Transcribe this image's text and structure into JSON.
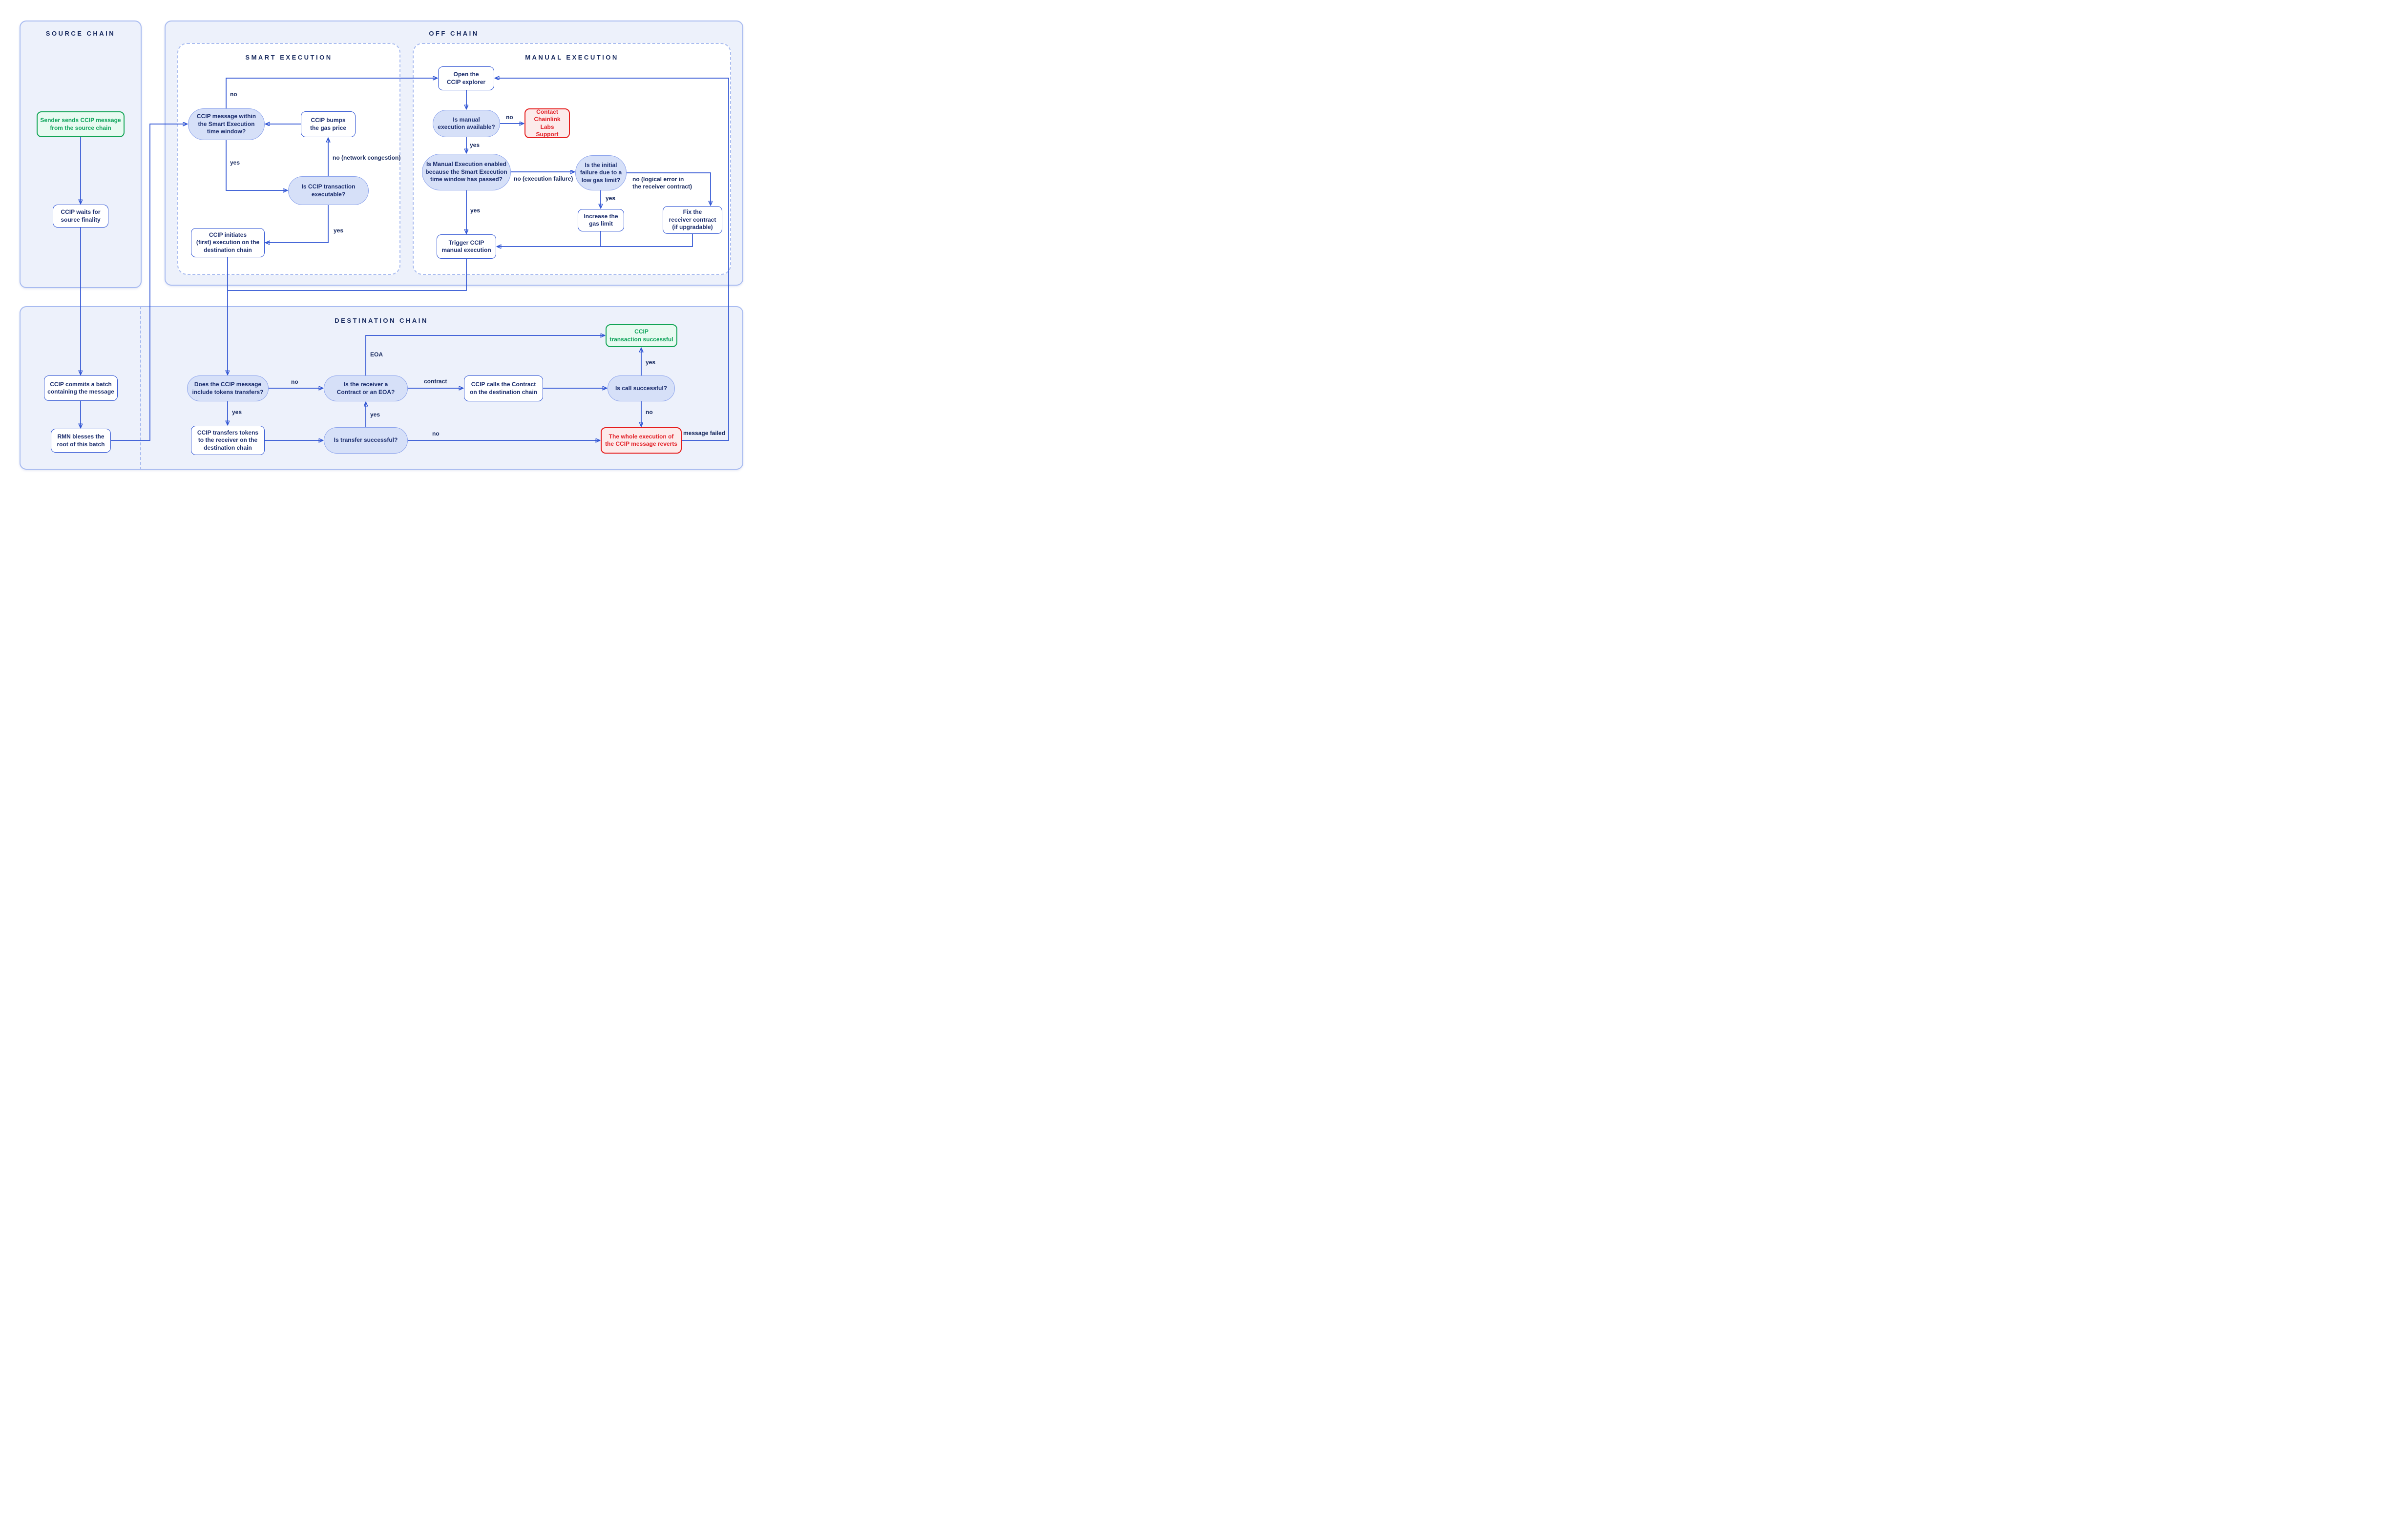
{
  "sections": {
    "source_chain": {
      "title": "SOURCE CHAIN"
    },
    "off_chain": {
      "title": "OFF CHAIN"
    },
    "smart_execution": {
      "title": "SMART EXECUTION"
    },
    "manual_execution": {
      "title": "MANUAL EXECUTION"
    },
    "destination_chain": {
      "title": "DESTINATION CHAIN"
    }
  },
  "colors": {
    "line": "#2E53D3",
    "container_fill": "#EDF1FB",
    "container_border": "#A8BBF0",
    "pill_fill": "#D6E0F8",
    "pill_border": "#8CA3EC",
    "box_border": "#2E53D3",
    "green_fill": "#E8FAF1",
    "green_border": "#12A455",
    "green_text": "#0FA45B",
    "red_fill": "#FCEBEB",
    "red_border": "#E51D1D",
    "red_text": "#E22128",
    "text": "#1C2E6E"
  },
  "nodes": {
    "sender": {
      "lines": [
        "Sender sends CCIP message",
        "from the source chain"
      ]
    },
    "waits": {
      "lines": [
        "CCIP waits for",
        "source finality"
      ]
    },
    "commits": {
      "lines": [
        "CCIP commits a batch",
        "containing the message"
      ]
    },
    "rmn": {
      "lines": [
        "RMN blesses the",
        "root of this batch"
      ]
    },
    "within": {
      "lines": [
        "CCIP message within",
        "the Smart Execution",
        "time window?"
      ]
    },
    "bumps": {
      "lines": [
        "CCIP bumps",
        "the gas price"
      ]
    },
    "executable": {
      "lines": [
        "Is CCIP transaction",
        "executable?"
      ]
    },
    "initiates": {
      "lines": [
        "CCIP initiates",
        "(first) execution on the",
        "destination chain"
      ]
    },
    "explorer": {
      "lines": [
        "Open the",
        "CCIP explorer"
      ]
    },
    "available": {
      "lines": [
        "Is manual",
        "execution available?"
      ]
    },
    "contact": {
      "lines": [
        "Contact",
        "Chainlink Labs",
        "Support"
      ]
    },
    "enabled": {
      "lines": [
        "Is Manual Execution enabled",
        "because the Smart Execution",
        "time window has passed?"
      ]
    },
    "lowgas": {
      "lines": [
        "Is the initial",
        "failure due to a",
        "low gas limit?"
      ]
    },
    "increase": {
      "lines": [
        "Increase the",
        "gas limit"
      ]
    },
    "fix": {
      "lines": [
        "Fix the",
        "receiver contract",
        "(if upgradable)"
      ]
    },
    "trigger": {
      "lines": [
        "Trigger CCIP",
        "manual execution"
      ]
    },
    "tokens": {
      "lines": [
        "Does the CCIP message",
        "include tokens transfers?"
      ]
    },
    "receiver": {
      "lines": [
        "Is the receiver a",
        "Contract or an EOA?"
      ]
    },
    "calls": {
      "lines": [
        "CCIP calls the Contract",
        "on the destination chain"
      ]
    },
    "callok": {
      "lines": [
        "Is call successful?"
      ]
    },
    "success": {
      "lines": [
        "CCIP",
        "transaction successful"
      ]
    },
    "transfers": {
      "lines": [
        "CCIP transfers tokens",
        "to the receiver on the",
        "destination chain"
      ]
    },
    "transferok": {
      "lines": [
        "Is transfer successful?"
      ]
    },
    "reverts": {
      "lines": [
        "The whole execution of",
        "the CCIP message reverts"
      ]
    }
  },
  "edge_labels": {
    "within_no": "no",
    "within_yes": "yes",
    "congestion": "no (network congestion)",
    "executable_yes": "yes",
    "available_no": "no",
    "available_yes": "yes",
    "execution_failure": "no (execution failure)",
    "lowgas_yes": "yes",
    "logical_error": "no (logical error in\nthe receiver contract)",
    "enabled_yes": "yes",
    "tokens_no": "no",
    "tokens_yes": "yes",
    "eoa": "EOA",
    "contract": "contract",
    "call_yes": "yes",
    "call_no": "no",
    "transfer_yes": "yes",
    "transfer_no": "no",
    "message_failed": "message failed"
  }
}
